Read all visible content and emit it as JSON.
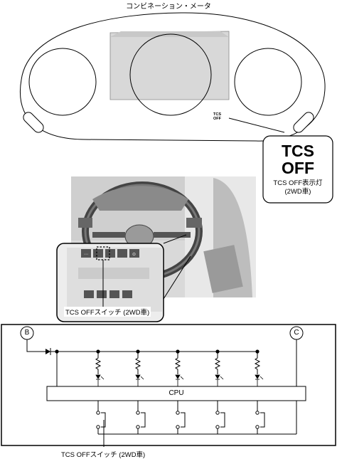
{
  "meter": {
    "title": "コンビネーション・メータ",
    "small_tcs": "TCS",
    "small_off": "OFF"
  },
  "callout": {
    "big_line1": "TCS",
    "big_line2": "OFF",
    "label_line1": "TCS OFF表示灯",
    "label_line2": "(2WD車)"
  },
  "photo": {
    "switch_label": "TCS OFFスイッチ (2WD車)"
  },
  "circuit": {
    "node_b": "B",
    "node_c": "C",
    "cpu_label": "CPU",
    "bottom_label": "TCS OFFスイッチ (2WD車)"
  }
}
